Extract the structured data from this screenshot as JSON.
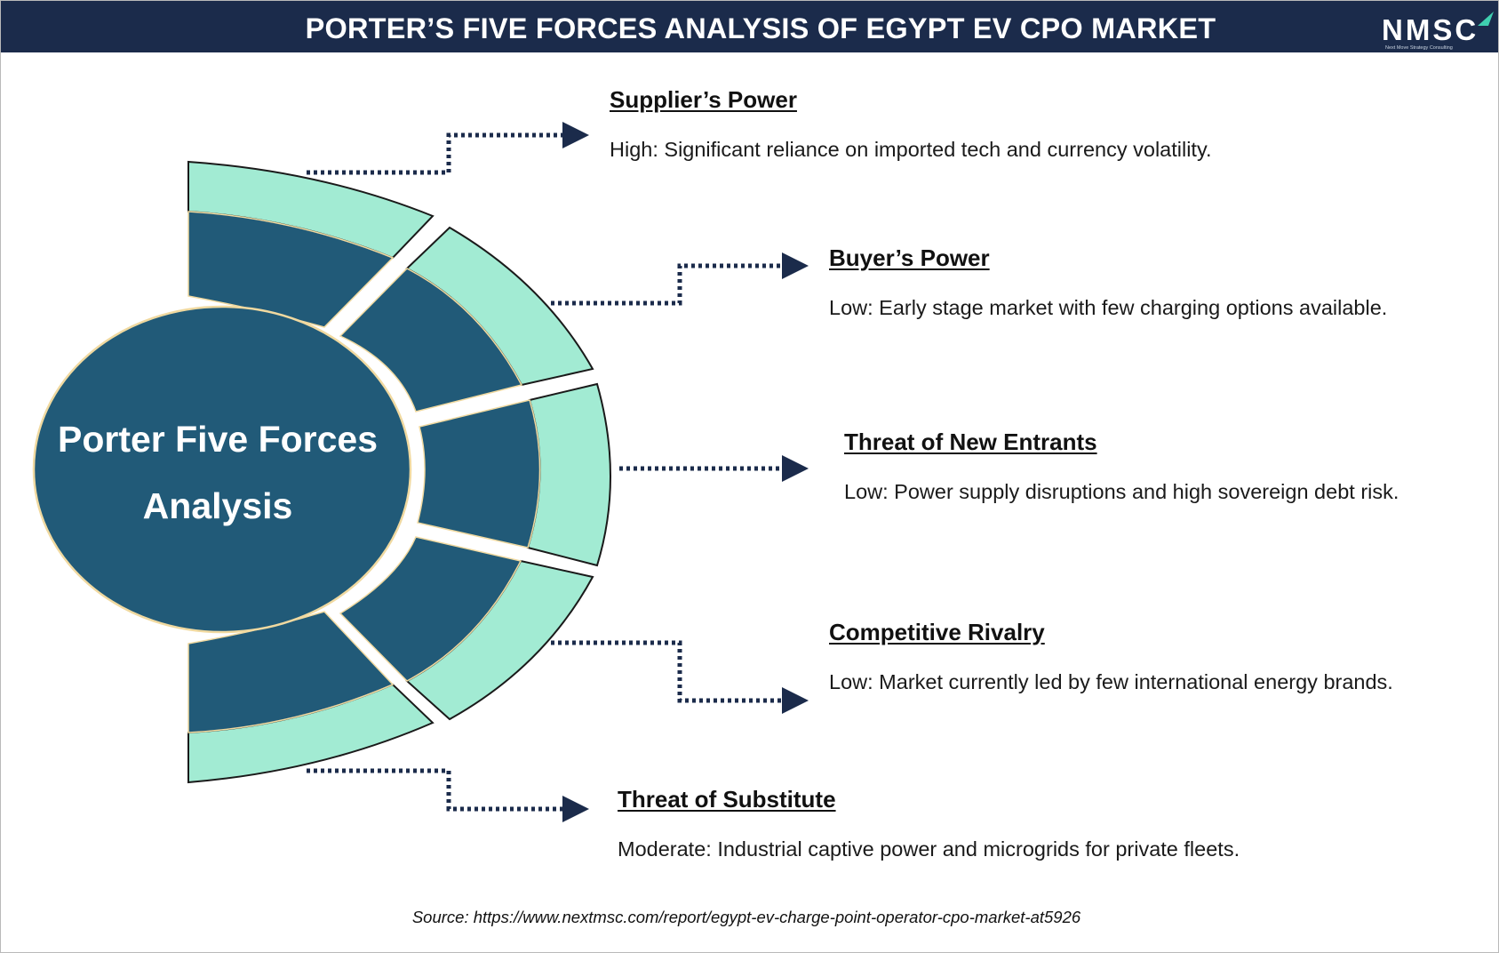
{
  "header": {
    "title": "PORTER’S FIVE FORCES ANALYSIS OF EGYPT EV CPO MARKET",
    "logo_text": "NMSC",
    "logo_tagline": "Next Move Strategy Consulting"
  },
  "center": {
    "line1": "Porter Five Forces",
    "line2": "Analysis"
  },
  "forces": [
    {
      "title": "Supplier’s Power",
      "description": "High: Significant reliance on imported tech and currency volatility."
    },
    {
      "title": "Buyer’s Power",
      "description": "Low: Early stage market with few charging options available."
    },
    {
      "title": "Threat of New Entrants",
      "description": "Low: Power supply disruptions and high sovereign debt risk."
    },
    {
      "title": "Competitive Rivalry",
      "description": "Low: Market currently led by few international energy brands."
    },
    {
      "title": "Threat of Substitute",
      "description": "Moderate: Industrial captive power and microgrids for private fleets."
    }
  ],
  "source": "Source: https://www.nextmsc.com/report/egypt-ev-charge-point-operator-cpo-market-at5926",
  "colors": {
    "header_bg": "#1b2b4b",
    "dark_segment": "#215a78",
    "light_segment": "#a2ebd3",
    "connector": "#1b2b4b",
    "accent_outline": "#f0d9a0"
  }
}
